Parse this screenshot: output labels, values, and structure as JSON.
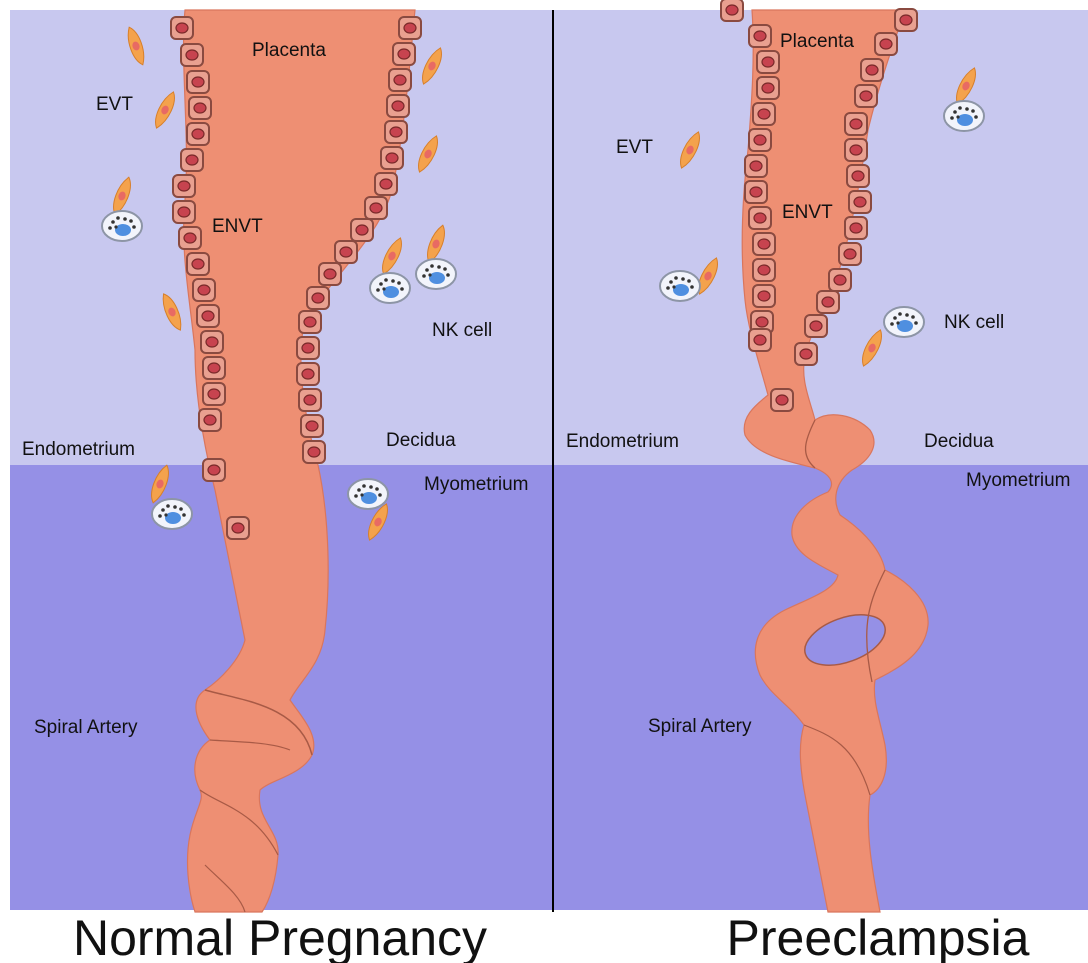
{
  "panels": {
    "left": {
      "caption": "Normal Pregnancy",
      "labels": {
        "placenta": "Placenta",
        "evt": "EVT",
        "envt": "ENVT",
        "nk_cell": "NK cell",
        "endometrium": "Endometrium",
        "decidua": "Decidua",
        "myometrium": "Myometrium",
        "spiral_artery": "Spiral Artery"
      }
    },
    "right": {
      "caption": "Preeclampsia",
      "labels": {
        "placenta": "Placenta",
        "evt": "EVT",
        "envt": "ENVT",
        "nk_cell": "NK cell",
        "endometrium": "Endometrium",
        "decidua": "Decidua",
        "myometrium": "Myometrium",
        "spiral_artery": "Spiral Artery"
      }
    }
  },
  "colors": {
    "decidua": "#c8c8ef",
    "myometrium": "#9590e6",
    "vessel": "#ee8f73",
    "trophoblast_outline": "#8a4a40",
    "nucleus": "#c7434f",
    "evt_cell": "#f4a24c",
    "nk_nucleus": "#4f8fe0",
    "divider": "#000000"
  }
}
